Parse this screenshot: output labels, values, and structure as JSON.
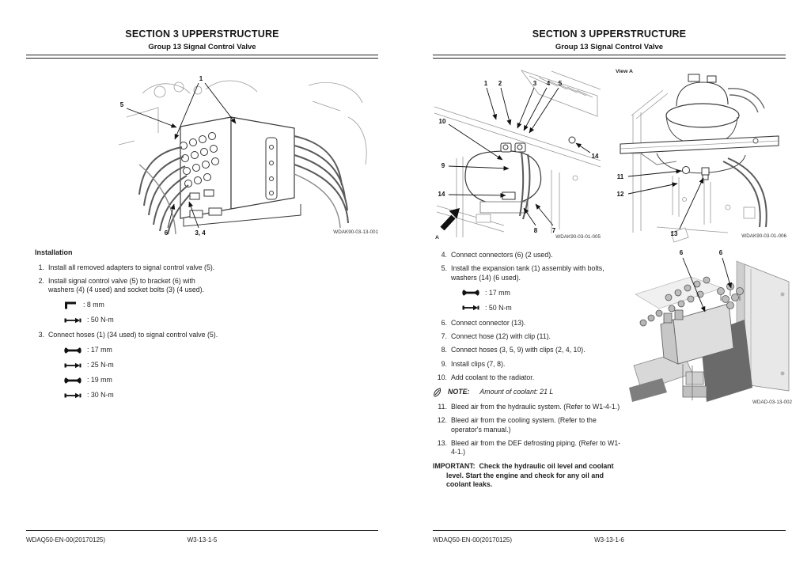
{
  "document": {
    "pages": [
      {
        "header": {
          "section_title": "SECTION 3 UPPERSTRUCTURE",
          "group_title": "Group 13 Signal Control Valve"
        },
        "heading": "Installation",
        "steps": [
          {
            "num": "1.",
            "text": "Install all removed adapters to signal control valve (5)."
          },
          {
            "num": "2.",
            "text": "Install signal control valve (5) to bracket (6) with washers (4) (4 used) and socket bolts (3) (4 used)."
          },
          {
            "num": "3.",
            "text": "Connect hoses (1) (34 used) to signal control valve (5)."
          }
        ],
        "specs_after_step2": [
          {
            "icon": "hex-key-icon",
            "text": ": 8 mm"
          },
          {
            "icon": "torque-wrench-icon",
            "text": ": 50 N-m"
          }
        ],
        "specs_after_step3": [
          {
            "icon": "wrench-icon",
            "text": ": 17 mm"
          },
          {
            "icon": "torque-wrench-icon",
            "text": ": 25 N-m"
          },
          {
            "icon": "wrench-icon",
            "text": ": 19 mm"
          },
          {
            "icon": "torque-wrench-icon",
            "text": ": 30 N-m"
          }
        ],
        "figure": {
          "caption": "WDAK90-03-13-001",
          "callouts": {
            "hoses": "1",
            "valve": "5",
            "bracket": "6",
            "bolts_washers": "3, 4"
          }
        },
        "footer": {
          "doc_code": "WDAQ50-EN-00(20170125)",
          "page_number": "W3-13-1-5"
        }
      },
      {
        "header": {
          "section_title": "SECTION 3 UPPERSTRUCTURE",
          "group_title": "Group 13 Signal Control Valve"
        },
        "steps": [
          {
            "num": "4.",
            "text": "Connect connectors (6) (2 used)."
          },
          {
            "num": "5.",
            "text": "Install the expansion tank (1) assembly with bolts, washers (14) (6 used)."
          },
          {
            "num": "6.",
            "text": "Connect connector (13)."
          },
          {
            "num": "7.",
            "text": "Connect hose (12) with clip (11)."
          },
          {
            "num": "8.",
            "text": "Connect hoses (3, 5, 9) with clips (2, 4, 10)."
          },
          {
            "num": "9.",
            "text": "Install clips (7, 8)."
          },
          {
            "num": "10.",
            "text": "Add coolant to the radiator."
          },
          {
            "num": "11.",
            "text": "Bleed air from the hydraulic system. (Refer to W1-4-1.)"
          },
          {
            "num": "12.",
            "text": "Bleed air from the cooling system. (Refer to the operator's manual.)"
          },
          {
            "num": "13.",
            "text": "Bleed air from the DEF defrosting piping. (Refer to W1-4-1.)"
          }
        ],
        "specs_after_step5": [
          {
            "icon": "wrench-icon",
            "text": ": 17 mm"
          },
          {
            "icon": "torque-wrench-icon",
            "text": ": 50 N-m"
          }
        ],
        "note": {
          "label": "NOTE:",
          "text": "Amount of coolant: 21 L"
        },
        "important": {
          "label": "IMPORTANT:",
          "text": "Check the hydraulic oil level and coolant level. Start the engine and check for any oil and coolant leaks."
        },
        "figures": {
          "tank_install": {
            "caption": "WDAK90-03-01-005",
            "view_arrow_label": "A",
            "callouts": {
              "n1": "1",
              "n2": "2",
              "n3": "3",
              "n4": "4",
              "n5": "5",
              "n10": "10",
              "n9": "9",
              "n14_left": "14",
              "n14_right": "14",
              "n8": "8",
              "n7": "7"
            }
          },
          "view_a": {
            "title": "View A",
            "caption": "WDAK90-03-01-006",
            "callouts": {
              "n11": "11",
              "n12": "12",
              "n13": "13"
            }
          },
          "valve_photo": {
            "caption": "WDAD-03-13-002",
            "callouts": {
              "n6a": "6",
              "n6b": "6"
            }
          }
        },
        "footer": {
          "doc_code": "WDAQ50-EN-00(20170125)",
          "page_number": "W3-13-1-6"
        }
      }
    ]
  }
}
